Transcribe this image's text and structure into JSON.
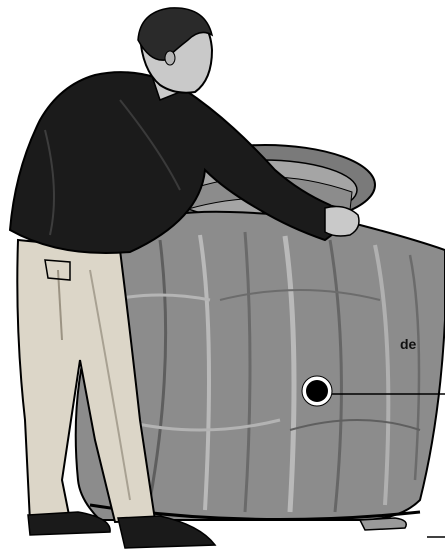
{
  "illustration": {
    "subject": "person-covering-round-object-with-cloth-cover",
    "callout": {
      "label_text": "de",
      "marker": "callout-dot"
    }
  },
  "colors": {
    "cover_dark": "#6f6f6f",
    "cover_mid": "#8c8c8c",
    "cover_light": "#b9b9b9",
    "shirt": "#1b1b1b",
    "pants": "#dcd6c8",
    "skin": "#c9c9c9",
    "hair": "#2a2a2a",
    "shoes": "#1a1a1a",
    "ink": "#000000",
    "background": "#ffffff"
  }
}
